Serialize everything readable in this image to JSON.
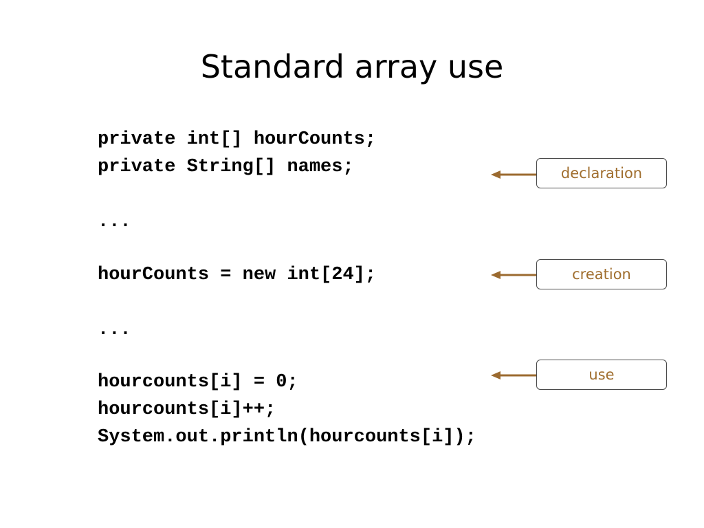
{
  "slide": {
    "title": "Standard array use",
    "code_lines": [
      "private int[] hourCounts;",
      "private String[] names;",
      "...",
      "hourCounts = new int[24];",
      "...",
      "hourcounts[i] = 0;",
      "hourcounts[i]++;",
      "System.out.println(hourcounts[i]);"
    ],
    "callouts": {
      "declaration": "declaration",
      "creation": "creation",
      "use": "use"
    },
    "colors": {
      "accent": "#a06e2e",
      "arrow": "#9b6a2f",
      "border": "#4a4a4a"
    }
  }
}
